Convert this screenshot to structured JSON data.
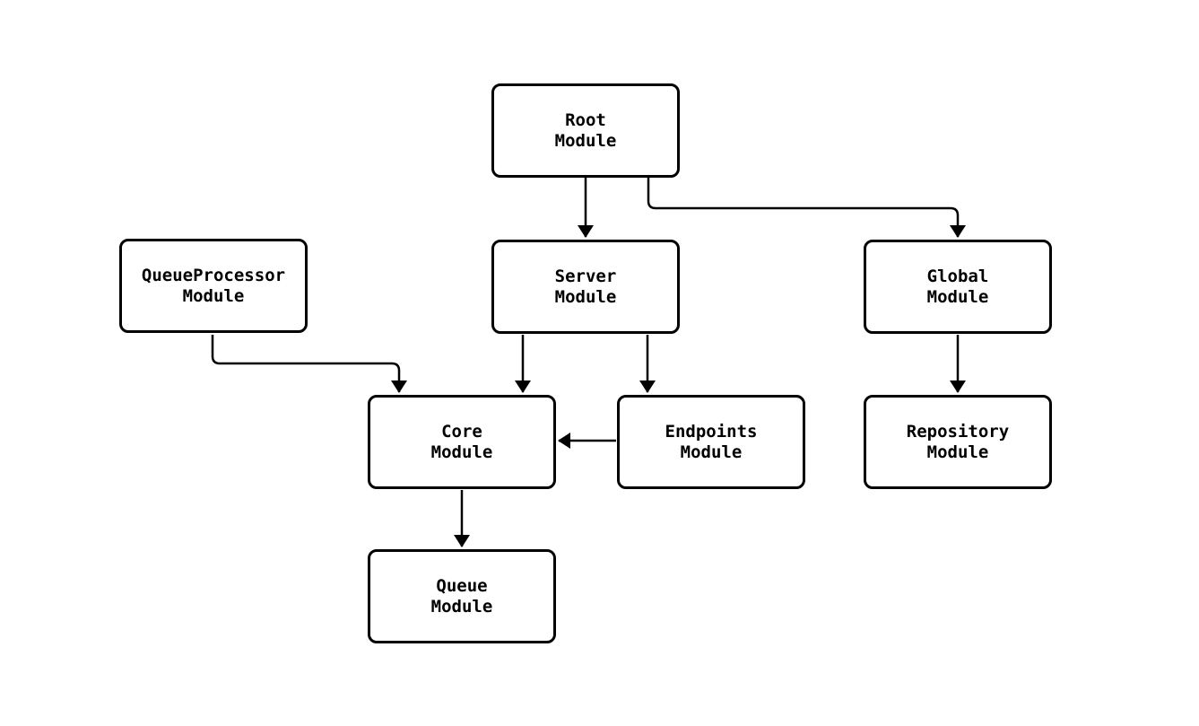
{
  "diagram": {
    "type": "module-dependency-graph",
    "background_color": "#ffffff",
    "node_border_color": "#000000",
    "node_fill_color": "#ffffff",
    "edge_color": "#000000",
    "nodes": [
      {
        "id": "root",
        "line1": "Root",
        "line2": "Module"
      },
      {
        "id": "queueprocessor",
        "line1": "QueueProcessor",
        "line2": "Module"
      },
      {
        "id": "server",
        "line1": "Server",
        "line2": "Module"
      },
      {
        "id": "global",
        "line1": "Global",
        "line2": "Module"
      },
      {
        "id": "core",
        "line1": "Core",
        "line2": "Module"
      },
      {
        "id": "endpoints",
        "line1": "Endpoints",
        "line2": "Module"
      },
      {
        "id": "repository",
        "line1": "Repository",
        "line2": "Module"
      },
      {
        "id": "queue",
        "line1": "Queue",
        "line2": "Module"
      }
    ],
    "edges": [
      {
        "from": "root",
        "to": "server"
      },
      {
        "from": "root",
        "to": "global"
      },
      {
        "from": "queueprocessor",
        "to": "core"
      },
      {
        "from": "server",
        "to": "core"
      },
      {
        "from": "server",
        "to": "endpoints"
      },
      {
        "from": "endpoints",
        "to": "core"
      },
      {
        "from": "global",
        "to": "repository"
      },
      {
        "from": "core",
        "to": "queue"
      }
    ]
  }
}
